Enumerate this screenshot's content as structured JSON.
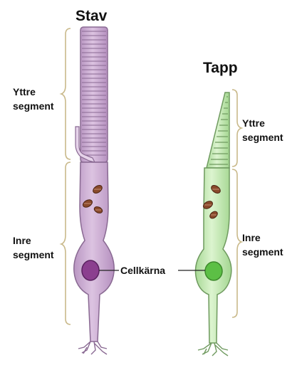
{
  "rod": {
    "title": "Stav",
    "outer_line1": "Yttre",
    "outer_line2": "segment",
    "inner_line1": "Inre",
    "inner_line2": "segment"
  },
  "cone": {
    "title": "Tapp",
    "outer_line1": "Yttre",
    "outer_line2": "segment",
    "inner_line1": "Inre",
    "inner_line2": "segment"
  },
  "nucleus_label": "Cellkärna",
  "colors": {
    "rod_fill": "#cfb0d6",
    "rod_stroke": "#8a6a93",
    "rod_nucleus": "#8b3f8f",
    "cone_fill": "#c8ecb4",
    "cone_stroke": "#6f9a5f",
    "cone_nucleus": "#5cbf45",
    "mitochondria": "#8a4a2c",
    "bracket": "#c9b98a"
  }
}
